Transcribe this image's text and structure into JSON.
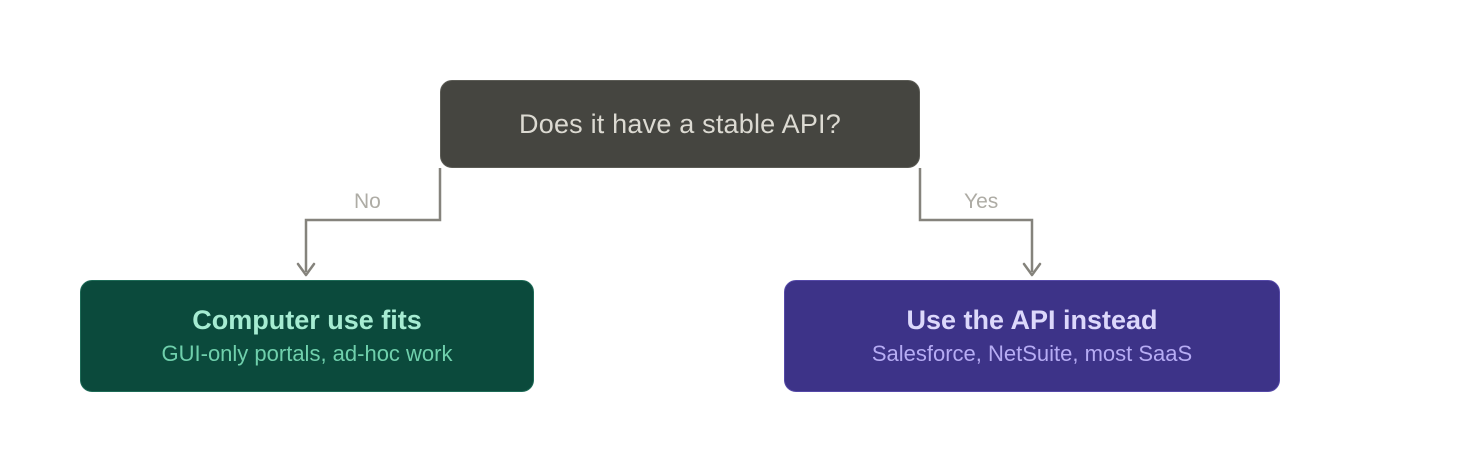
{
  "question": {
    "text": "Does it have a stable API?"
  },
  "branches": {
    "no": {
      "label": "No",
      "title": "Computer use fits",
      "subtitle": "GUI-only portals, ad-hoc work"
    },
    "yes": {
      "label": "Yes",
      "title": "Use the API instead",
      "subtitle": "Salesforce, NetSuite, most SaaS"
    }
  },
  "colors": {
    "question_fill": "#454540",
    "no_fill": "#0b4a3c",
    "yes_fill": "#3d3388",
    "connector": "#85837c"
  }
}
